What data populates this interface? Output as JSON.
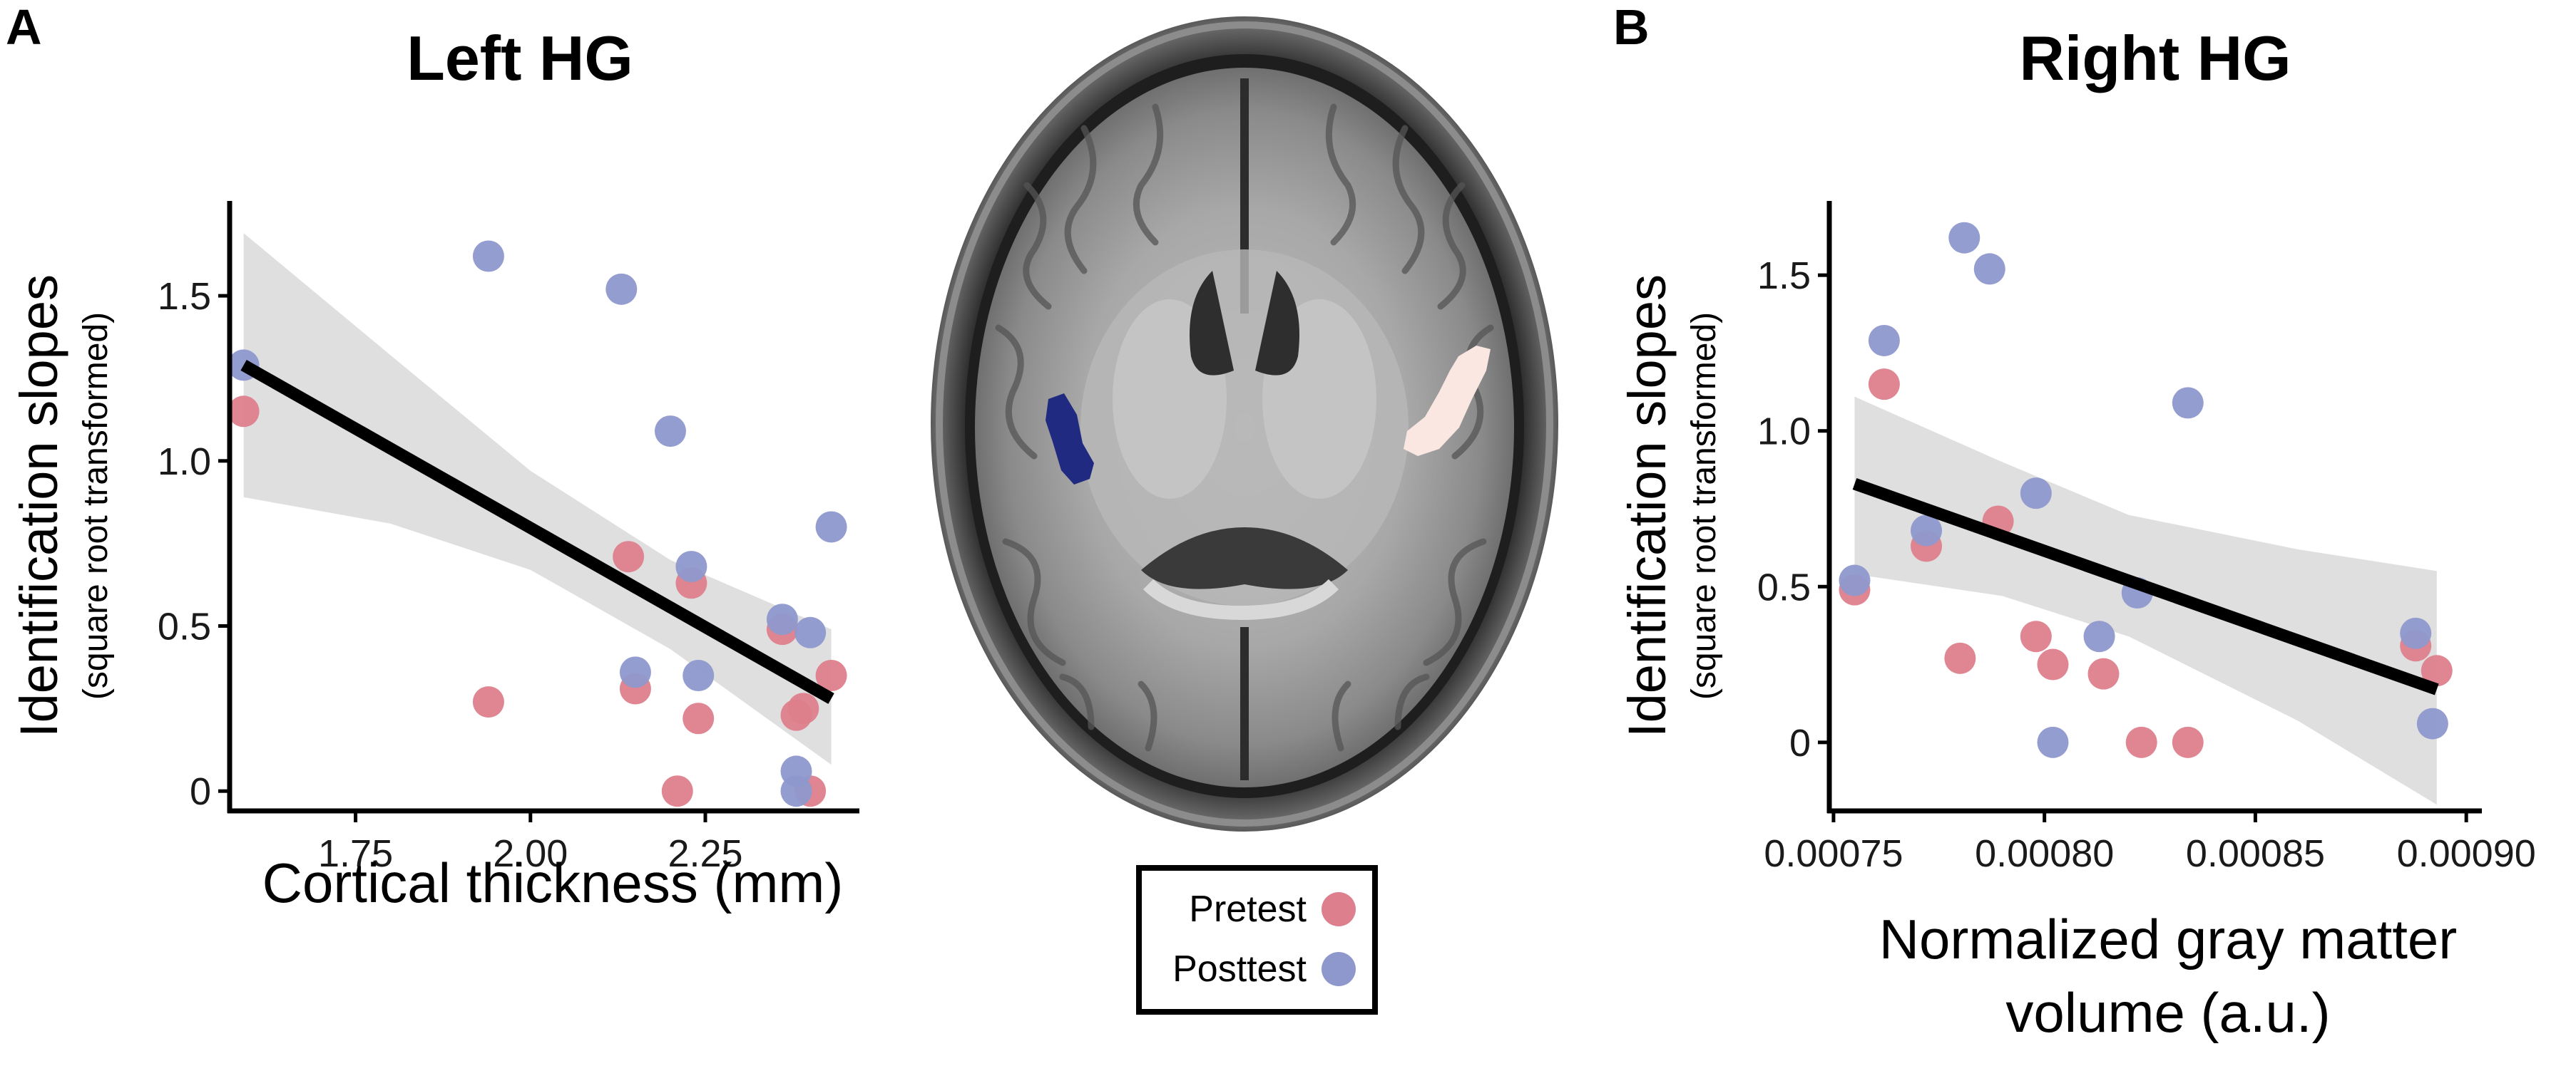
{
  "panels": {
    "a": {
      "letter": "A"
    },
    "b": {
      "letter": "B"
    }
  },
  "colors": {
    "pretest": "#dd7f8c",
    "posttest": "#8e98cc",
    "ci_band": "#d9d9d9",
    "fit_line": "#000000"
  },
  "legend": {
    "pretest": "Pretest",
    "posttest": "Posttest"
  },
  "center_image": {
    "icon": "brain-mri-axial-slice",
    "left_roi_color": "#1f2a80",
    "right_roi_color": "#fbe7e1"
  },
  "chart_data": [
    {
      "type": "scatter",
      "title": "Left HG",
      "ylabel": "Identification slopes",
      "ylabel_sub": "(square root transformed)",
      "xlabel": "Cortical thickness (mm)",
      "xlim": [
        1.57,
        2.46
      ],
      "ylim": [
        -0.06,
        1.77
      ],
      "xticks": [
        1.75,
        2.0,
        2.25
      ],
      "xtick_labels": [
        "1.75",
        "2.00",
        "2.25"
      ],
      "yticks": [
        0,
        0.5,
        1.0,
        1.5
      ],
      "ytick_labels": [
        "0",
        "0.5",
        "1.0",
        "1.5"
      ],
      "fit": {
        "x": [
          1.59,
          2.43
        ],
        "y": [
          1.29,
          0.28
        ]
      },
      "ci": {
        "x": [
          1.59,
          1.8,
          2.0,
          2.2,
          2.43
        ],
        "upper": [
          1.69,
          1.32,
          0.97,
          0.7,
          0.49
        ],
        "lower": [
          0.89,
          0.81,
          0.67,
          0.43,
          0.08
        ]
      },
      "series": [
        {
          "name": "Pretest",
          "points": [
            [
              1.59,
              1.15
            ],
            [
              1.94,
              0.27
            ],
            [
              2.14,
              0.71
            ],
            [
              2.15,
              0.31
            ],
            [
              2.21,
              0.0
            ],
            [
              2.23,
              0.63
            ],
            [
              2.24,
              0.22
            ],
            [
              2.36,
              0.49
            ],
            [
              2.38,
              0.23
            ],
            [
              2.39,
              0.25
            ],
            [
              2.4,
              0.0
            ],
            [
              2.43,
              0.35
            ]
          ]
        },
        {
          "name": "Posttest",
          "points": [
            [
              1.59,
              1.29
            ],
            [
              1.94,
              1.62
            ],
            [
              2.13,
              1.52
            ],
            [
              2.15,
              0.36
            ],
            [
              2.2,
              1.09
            ],
            [
              2.23,
              0.68
            ],
            [
              2.24,
              0.35
            ],
            [
              2.36,
              0.52
            ],
            [
              2.38,
              0.06
            ],
            [
              2.38,
              0.0
            ],
            [
              2.4,
              0.48
            ],
            [
              2.43,
              0.8
            ]
          ]
        }
      ]
    },
    {
      "type": "scatter",
      "title": "Right HG",
      "ylabel": "Identification slopes",
      "ylabel_sub": "(square root transformed)",
      "xlabel_line1": "Normalized gray matter",
      "xlabel_line2": "volume (a.u.)",
      "xlim": [
        0.000749,
        0.000902
      ],
      "ylim": [
        -0.22,
        1.72
      ],
      "xticks": [
        0.00075,
        0.0008,
        0.00085,
        0.0009
      ],
      "xtick_labels": [
        "0.00075",
        "0.00080",
        "0.00085",
        "0.00090"
      ],
      "yticks": [
        0,
        0.5,
        1.0,
        1.5
      ],
      "ytick_labels": [
        "0",
        "0.5",
        "1.0",
        "1.5"
      ],
      "fit": {
        "x": [
          0.000755,
          0.000893
        ],
        "y": [
          0.83,
          0.17
        ]
      },
      "ci": {
        "x": [
          0.000755,
          0.00079,
          0.00082,
          0.00086,
          0.000893
        ],
        "upper": [
          1.11,
          0.9,
          0.73,
          0.62,
          0.55
        ],
        "lower": [
          0.54,
          0.47,
          0.34,
          0.07,
          -0.2
        ]
      },
      "series": [
        {
          "name": "Pretest",
          "points": [
            [
              0.000755,
              0.49
            ],
            [
              0.000762,
              1.15
            ],
            [
              0.000772,
              0.63
            ],
            [
              0.00078,
              0.27
            ],
            [
              0.000789,
              0.71
            ],
            [
              0.000798,
              0.34
            ],
            [
              0.000802,
              0.25
            ],
            [
              0.000814,
              0.22
            ],
            [
              0.000823,
              0.0
            ],
            [
              0.000834,
              0.0
            ],
            [
              0.000888,
              0.31
            ],
            [
              0.000893,
              0.23
            ]
          ]
        },
        {
          "name": "Posttest",
          "points": [
            [
              0.000755,
              0.52
            ],
            [
              0.000762,
              1.29
            ],
            [
              0.000772,
              0.68
            ],
            [
              0.000781,
              1.62
            ],
            [
              0.000787,
              1.52
            ],
            [
              0.000798,
              0.8
            ],
            [
              0.000802,
              0.0
            ],
            [
              0.000813,
              0.34
            ],
            [
              0.000822,
              0.48
            ],
            [
              0.000834,
              1.09
            ],
            [
              0.000888,
              0.35
            ],
            [
              0.000892,
              0.06
            ]
          ]
        }
      ]
    }
  ]
}
